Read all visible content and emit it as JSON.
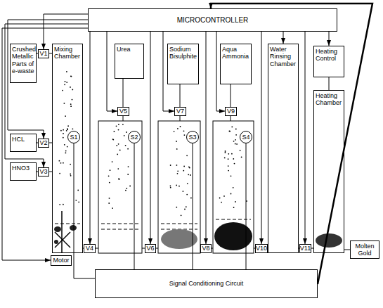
{
  "diagram": {
    "nodes": [
      {
        "text": [
          "MICROCONTROLLER"
        ]
      },
      {
        "text": [
          "Crushed Metallic Parts of e-waste"
        ]
      },
      {
        "text": [
          "V1"
        ]
      },
      {
        "text": [
          "Mixing Chamber"
        ]
      },
      {
        "text": [
          "S1"
        ],
        "in": 3
      },
      {
        "text": [
          "Urea"
        ]
      },
      {
        "text": [
          "Sodium Bisulphite"
        ]
      },
      {
        "text": [
          "Aqua Ammonia"
        ]
      },
      {
        "text": [
          "Water Rinsing Chamber"
        ]
      },
      {
        "text": [
          "Heating Control"
        ]
      },
      {
        "text": [
          "V5"
        ]
      },
      {
        "text": [
          "S2"
        ]
      },
      {
        "text": [
          "V7"
        ]
      },
      {
        "text": [
          "S3"
        ]
      },
      {
        "text": [
          "V9"
        ]
      },
      {
        "text": [
          "S4"
        ]
      },
      {
        "text": [
          "Heating Chamber"
        ]
      },
      {
        "text": [
          "HCL"
        ]
      },
      {
        "text": [
          "V2"
        ]
      },
      {
        "text": [
          "HNO3"
        ]
      },
      {
        "text": [
          "V3"
        ]
      },
      {
        "text": [
          "V4"
        ]
      },
      {
        "text": [
          "V6"
        ]
      },
      {
        "text": [
          "V8"
        ]
      },
      {
        "text": [
          "V10"
        ]
      },
      {
        "text": [
          "V11"
        ]
      },
      {
        "text": [
          "Molten Gold"
        ]
      },
      {
        "text": [
          "Motor"
        ]
      },
      {
        "text": [
          "Signal Conditioning Circuit"
        ]
      }
    ],
    "edges": [
      {
        "from": 0,
        "to": 2,
        "arrow": "to"
      },
      {
        "from": 0,
        "to": 18,
        "arrow": "to"
      },
      {
        "from": 0,
        "to": 20,
        "arrow": "to"
      },
      {
        "from": 0,
        "to": 27,
        "arrow": "to"
      },
      {
        "from": 0,
        "to": 21,
        "arrow": "to"
      },
      {
        "from": 0,
        "to": 10,
        "arrow": "to"
      },
      {
        "from": 0,
        "to": 22,
        "arrow": "to"
      },
      {
        "from": 0,
        "to": 12,
        "arrow": "to"
      },
      {
        "from": 0,
        "to": 23,
        "arrow": "to"
      },
      {
        "from": 0,
        "to": 14,
        "arrow": "to"
      },
      {
        "from": 0,
        "to": 24,
        "arrow": "to"
      },
      {
        "from": 0,
        "to": 8,
        "arrow": "to"
      },
      {
        "from": 0,
        "to": 25,
        "arrow": "to"
      },
      {
        "from": 0,
        "to": 9,
        "arrow": "to"
      },
      {
        "from": 4,
        "to": 28,
        "arrow": "none"
      },
      {
        "from": 11,
        "to": 28,
        "arrow": "none"
      },
      {
        "from": 13,
        "to": 28,
        "arrow": "none"
      },
      {
        "from": 15,
        "to": 28,
        "arrow": "none"
      },
      {
        "from": 28,
        "to": 0,
        "arrow": "to"
      },
      {
        "from": 1,
        "to": 2,
        "arrow": "none"
      },
      {
        "from": 2,
        "to": 3,
        "arrow": "none"
      },
      {
        "from": 17,
        "to": 18,
        "arrow": "none"
      },
      {
        "from": 18,
        "to": 3,
        "arrow": "none"
      },
      {
        "from": 19,
        "to": 20,
        "arrow": "none"
      },
      {
        "from": 20,
        "to": 3,
        "arrow": "none"
      },
      {
        "from": 3,
        "to": 21,
        "arrow": "none"
      },
      {
        "from": 5,
        "to": 10,
        "arrow": "none"
      },
      {
        "from": 6,
        "to": 12,
        "arrow": "none"
      },
      {
        "from": 7,
        "to": 14,
        "arrow": "none"
      },
      {
        "from": 24,
        "to": 8,
        "arrow": "none"
      },
      {
        "from": 8,
        "to": 25,
        "arrow": "none"
      },
      {
        "from": 25,
        "to": 16,
        "arrow": "none"
      },
      {
        "from": 9,
        "to": 16,
        "arrow": "none"
      },
      {
        "from": 16,
        "to": 26,
        "arrow": "none"
      }
    ]
  }
}
